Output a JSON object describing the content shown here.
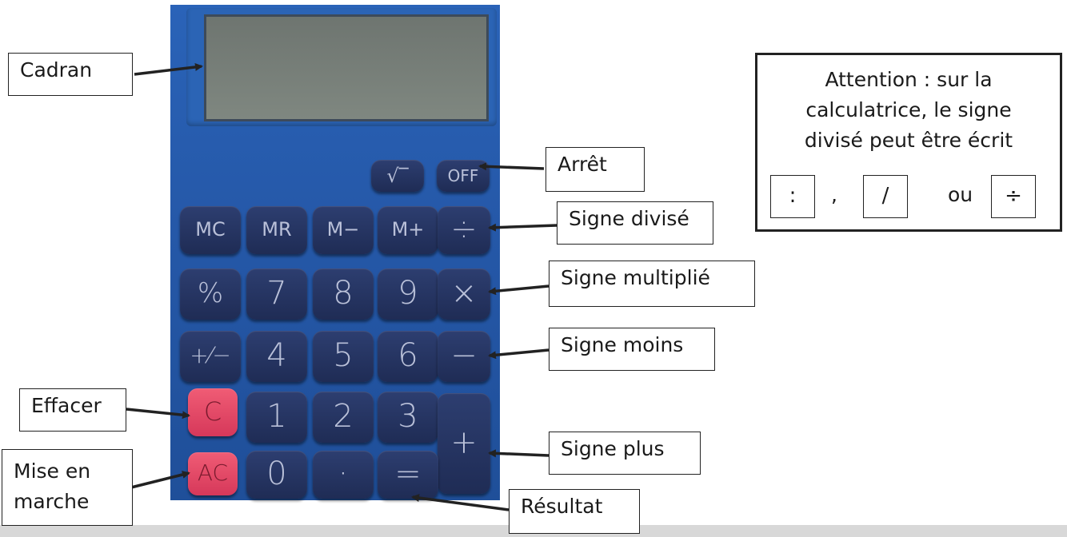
{
  "calculator": {
    "top_keys": [
      "√‾",
      "OFF"
    ],
    "memory_row": [
      "MC",
      "MR",
      "M−",
      "M+",
      "÷"
    ],
    "row_789": [
      "%",
      "7",
      "8",
      "9",
      "×"
    ],
    "row_456": [
      "+⁄−",
      "4",
      "5",
      "6",
      "−"
    ],
    "row_123": [
      "C",
      "1",
      "2",
      "3"
    ],
    "row_0": [
      "AC",
      "0",
      "·",
      "="
    ],
    "plus_key": "+"
  },
  "labels": {
    "cadran": "Cadran",
    "arret": "Arrêt",
    "signe_divise": "Signe divisé",
    "signe_multiplie": "Signe multiplié",
    "signe_moins": "Signe moins",
    "effacer": "Effacer",
    "signe_plus": "Signe plus",
    "mise_en_marche_line1": "Mise en",
    "mise_en_marche_line2": "marche",
    "resultat": "Résultat"
  },
  "note": {
    "line1": "Attention : sur la",
    "line2": "calculatrice, le signe",
    "line3": "divisé peut être écrit",
    "symbol_colon": ":",
    "comma": ",",
    "symbol_slash": "/",
    "or_word": "ou",
    "symbol_obelus": "÷"
  },
  "colors": {
    "calculator_body": "#2558a8",
    "key_dark": "#1f2c55",
    "key_red": "#e04866",
    "screen": "#7a827c"
  }
}
